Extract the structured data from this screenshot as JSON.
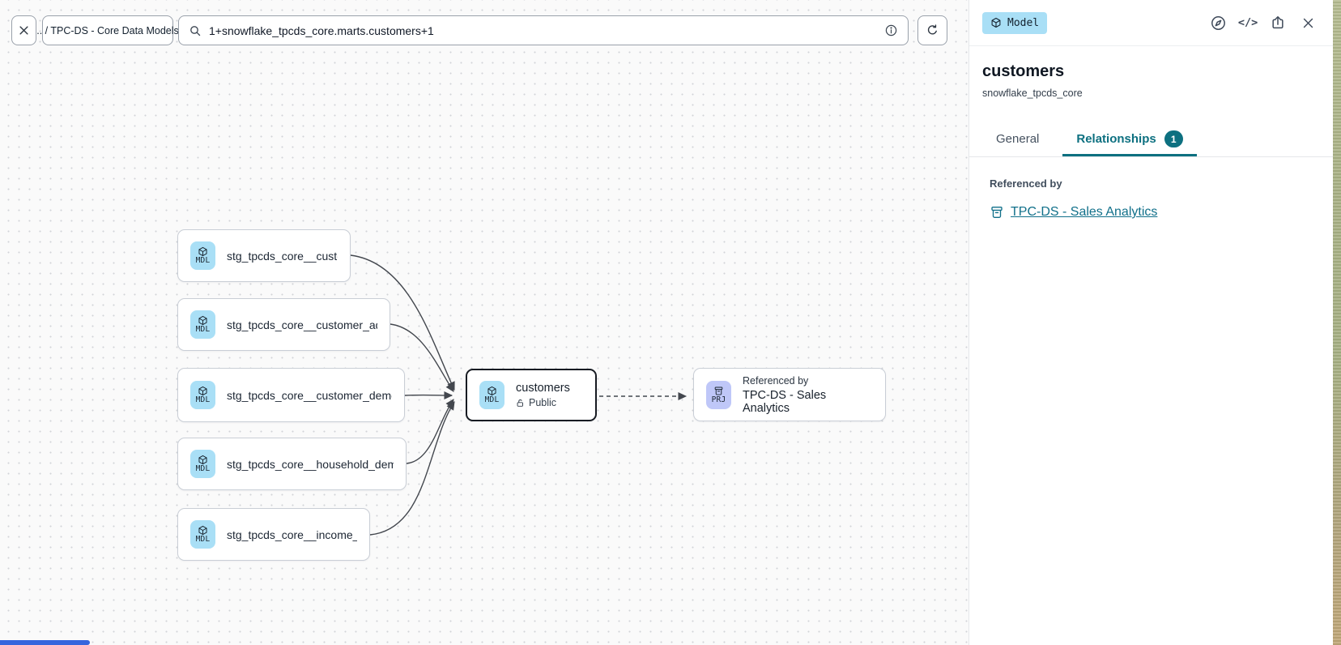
{
  "toolbar": {
    "breadcrumb": ".. / TPC-DS - Core Data Models",
    "search_value": "1+snowflake_tpcds_core.marts.customers+1"
  },
  "graph": {
    "model_badge_label": "MDL",
    "project_badge_label": "PRJ",
    "upstream": [
      {
        "label": "stg_tpcds_core__customer"
      },
      {
        "label": "stg_tpcds_core__customer_address"
      },
      {
        "label": "stg_tpcds_core__customer_demogra…"
      },
      {
        "label": "stg_tpcds_core__household_demogr…"
      },
      {
        "label": "stg_tpcds_core__income_band"
      }
    ],
    "center": {
      "title": "customers",
      "visibility": "Public"
    },
    "reference": {
      "kicker": "Referenced by",
      "title": "TPC-DS - Sales Analytics"
    }
  },
  "panel": {
    "type_badge": "Model",
    "code_icon_label": "</>",
    "title": "customers",
    "subtitle": "snowflake_tpcds_core",
    "tabs": [
      {
        "label": "General"
      },
      {
        "label": "Relationships",
        "count": "1"
      }
    ],
    "section_label": "Referenced by",
    "reference_link": "TPC-DS - Sales Analytics"
  },
  "colors": {
    "accent_teal": "#0d7080",
    "link_teal": "#11708a",
    "model_badge_bg": "#a9dff6",
    "project_badge_bg": "#bfc7f8",
    "selected_node_border": "#171b22",
    "scrollbar_blue": "#3565dd"
  }
}
